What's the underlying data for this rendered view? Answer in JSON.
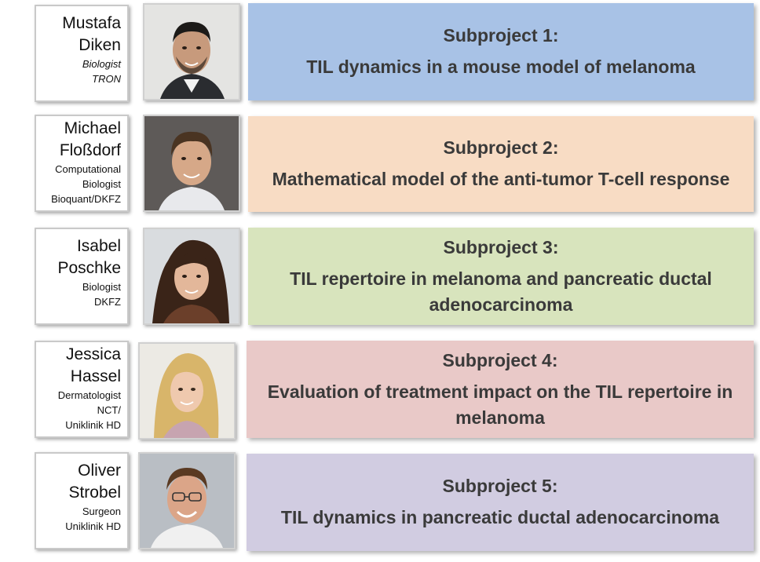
{
  "rows": [
    {
      "name_line1": "Mustafa",
      "name_line2": "Diken",
      "role_lines": [
        "Biologist",
        "TRON"
      ],
      "subproject_title": "Subproject 1:",
      "subproject_desc": "TIL dynamics in a mouse model of melanoma",
      "box_color": "#a8c2e6",
      "photo": "portrait-photo"
    },
    {
      "name_line1": "Michael",
      "name_line2": "Floßdorf",
      "role_lines": [
        "Computational",
        "Biologist",
        "Bioquant/DKFZ"
      ],
      "subproject_title": "Subproject 2:",
      "subproject_desc": "Mathematical model of the anti-tumor T-cell response",
      "box_color": "#f8dcc4",
      "photo": "portrait-photo"
    },
    {
      "name_line1": "Isabel",
      "name_line2": "Poschke",
      "role_lines": [
        "Biologist",
        "DKFZ"
      ],
      "subproject_title": "Subproject 3:",
      "subproject_desc": "TIL repertoire in melanoma and pancreatic ductal adenocarcinoma",
      "box_color": "#d8e4bd",
      "photo": "portrait-photo"
    },
    {
      "name_line1": "Jessica",
      "name_line2": "Hassel",
      "role_lines": [
        "Dermatologist",
        "NCT/",
        "Uniklinik HD"
      ],
      "subproject_title": "Subproject 4:",
      "subproject_desc": "Evaluation of treatment impact on the TIL repertoire in melanoma",
      "box_color": "#e9c9c8",
      "photo": "portrait-photo"
    },
    {
      "name_line1": "Oliver",
      "name_line2": "Strobel",
      "role_lines": [
        "Surgeon",
        "Uniklinik HD"
      ],
      "subproject_title": "Subproject 5:",
      "subproject_desc": "TIL dynamics in pancreatic ductal adenocarcinoma",
      "box_color": "#d1cce1",
      "photo": "portrait-photo"
    }
  ]
}
